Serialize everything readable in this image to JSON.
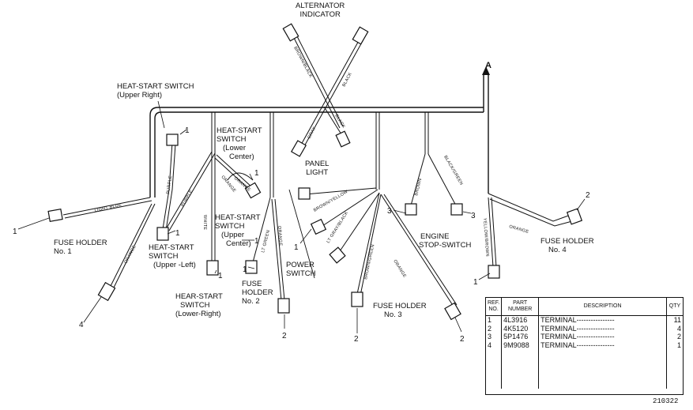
{
  "labels": {
    "alternator": [
      "ALTERNATOR",
      "INDICATOR"
    ],
    "hs_upper_right": [
      "HEAT-START SWITCH",
      "(Upper Right)"
    ],
    "hs_lower_center": [
      "HEAT-START",
      "SWITCH",
      "(Lower",
      "Center)"
    ],
    "hs_upper_center": [
      "HEAT-START",
      "SWITCH",
      "(Upper",
      "Center)"
    ],
    "hs_upper_left": [
      "HEAT-START",
      "SWITCH",
      "(Upper -Left)"
    ],
    "hs_lower_right": [
      "HEAR-START",
      "SWITCH",
      "(Lower-Right)"
    ],
    "panel_light": [
      "PANEL",
      "LIGHT"
    ],
    "power_switch": [
      "POWER",
      "SWITCH"
    ],
    "engine_stop": [
      "ENGINE",
      "STOP-SWITCH"
    ],
    "fuse1": [
      "FUSE HOLDER",
      "No. 1"
    ],
    "fuse2": [
      "FUSE",
      "HOLDER",
      "No. 2"
    ],
    "fuse3": [
      "FUSE HOLDER",
      "No. 3"
    ],
    "fuse4": [
      "FUSE HOLDER",
      "No. 4"
    ],
    "view_marker": "A"
  },
  "wire_labels": {
    "brown_black": "BROWN/BLACK",
    "black": "BLACK",
    "gray": "GRAY",
    "black2": "BLACK",
    "light_blue": "LIGHT BLUE",
    "purple": "PURPLE",
    "purple2": "PURPLE",
    "orange_f1": "ORANGE",
    "orange_lc1": "ORANGE",
    "orange_lc2": "ORANGE",
    "white": "WHITE",
    "lt_green": "LT GREEN",
    "orange_f2": "ORANGE",
    "brown_yellow": "BROWN/YELLOW",
    "lt_gray_black": "LT GRAY/BLACK",
    "brown_green": "BROWN/GREEN",
    "orange_f3": "ORANGE",
    "brown": "BROWN",
    "black_green": "BLACK/GREEN",
    "yellow_brown": "YELLOW/BROWN",
    "orange_f4": "ORANGE"
  },
  "callouts": {
    "c_hs_ur": "1",
    "c_f1": "1",
    "c_f1_4": "4",
    "c_hs_ul": "1",
    "c_hs_lc": "1",
    "c_hs_uc": "1",
    "c_hs_lr": "1",
    "c_f2_1": "1",
    "c_f2_2": "2",
    "c_ps": "1",
    "c_f3_a": "2",
    "c_f3_b": "2",
    "c_es_a": "3",
    "c_es_b": "3",
    "c_f4": "2",
    "c_f4_1": "1"
  },
  "parts_table": {
    "headers": {
      "ref": "REF. NO.",
      "part": "PART NUMBER",
      "desc": "DESCRIPTION",
      "qty": "QTY"
    },
    "rows": [
      {
        "ref": "1",
        "part": "4L3916",
        "desc": "TERMINAL----------------",
        "qty": "11"
      },
      {
        "ref": "2",
        "part": "4K5120",
        "desc": "TERMINAL----------------",
        "qty": "4"
      },
      {
        "ref": "3",
        "part": "5P1476",
        "desc": "TERMINAL----------------",
        "qty": "2"
      },
      {
        "ref": "4",
        "part": "9M9088",
        "desc": "TERMINAL----------------",
        "qty": "1"
      }
    ]
  },
  "drawing_number": "210322"
}
